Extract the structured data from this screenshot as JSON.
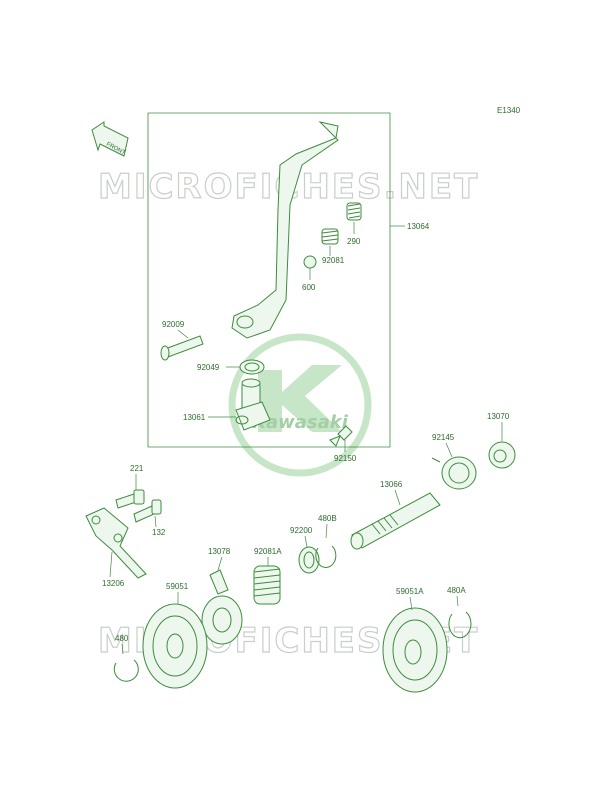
{
  "diagram": {
    "code": "E1340",
    "front_label": "FRONT",
    "brand_logo_text": "Kawasaki",
    "watermarks": [
      "MICROFICHES.NET",
      "MICROFICHES.NET"
    ],
    "part_numbers": {
      "kick_pedal_assy": "13064",
      "ball": "600",
      "spring_small": "290",
      "spring_92081": "92081",
      "bolt_92009": "92009",
      "seal_92049": "92049",
      "lever_13061": "13061",
      "bolt_92150": "92150",
      "spring_92145": "92145",
      "guide_13070": "13070",
      "shaft_13066": "13066",
      "washer_92200": "92200",
      "circlip_480B": "480B",
      "spring_92081A": "92081A",
      "ratchet_13078": "13078",
      "gear_59051": "59051",
      "circlip_480": "480",
      "gear_59051A": "59051A",
      "circlip_480A": "480A",
      "bolt_221": "221",
      "bolt_132": "132",
      "stopper_13206": "13206"
    }
  }
}
